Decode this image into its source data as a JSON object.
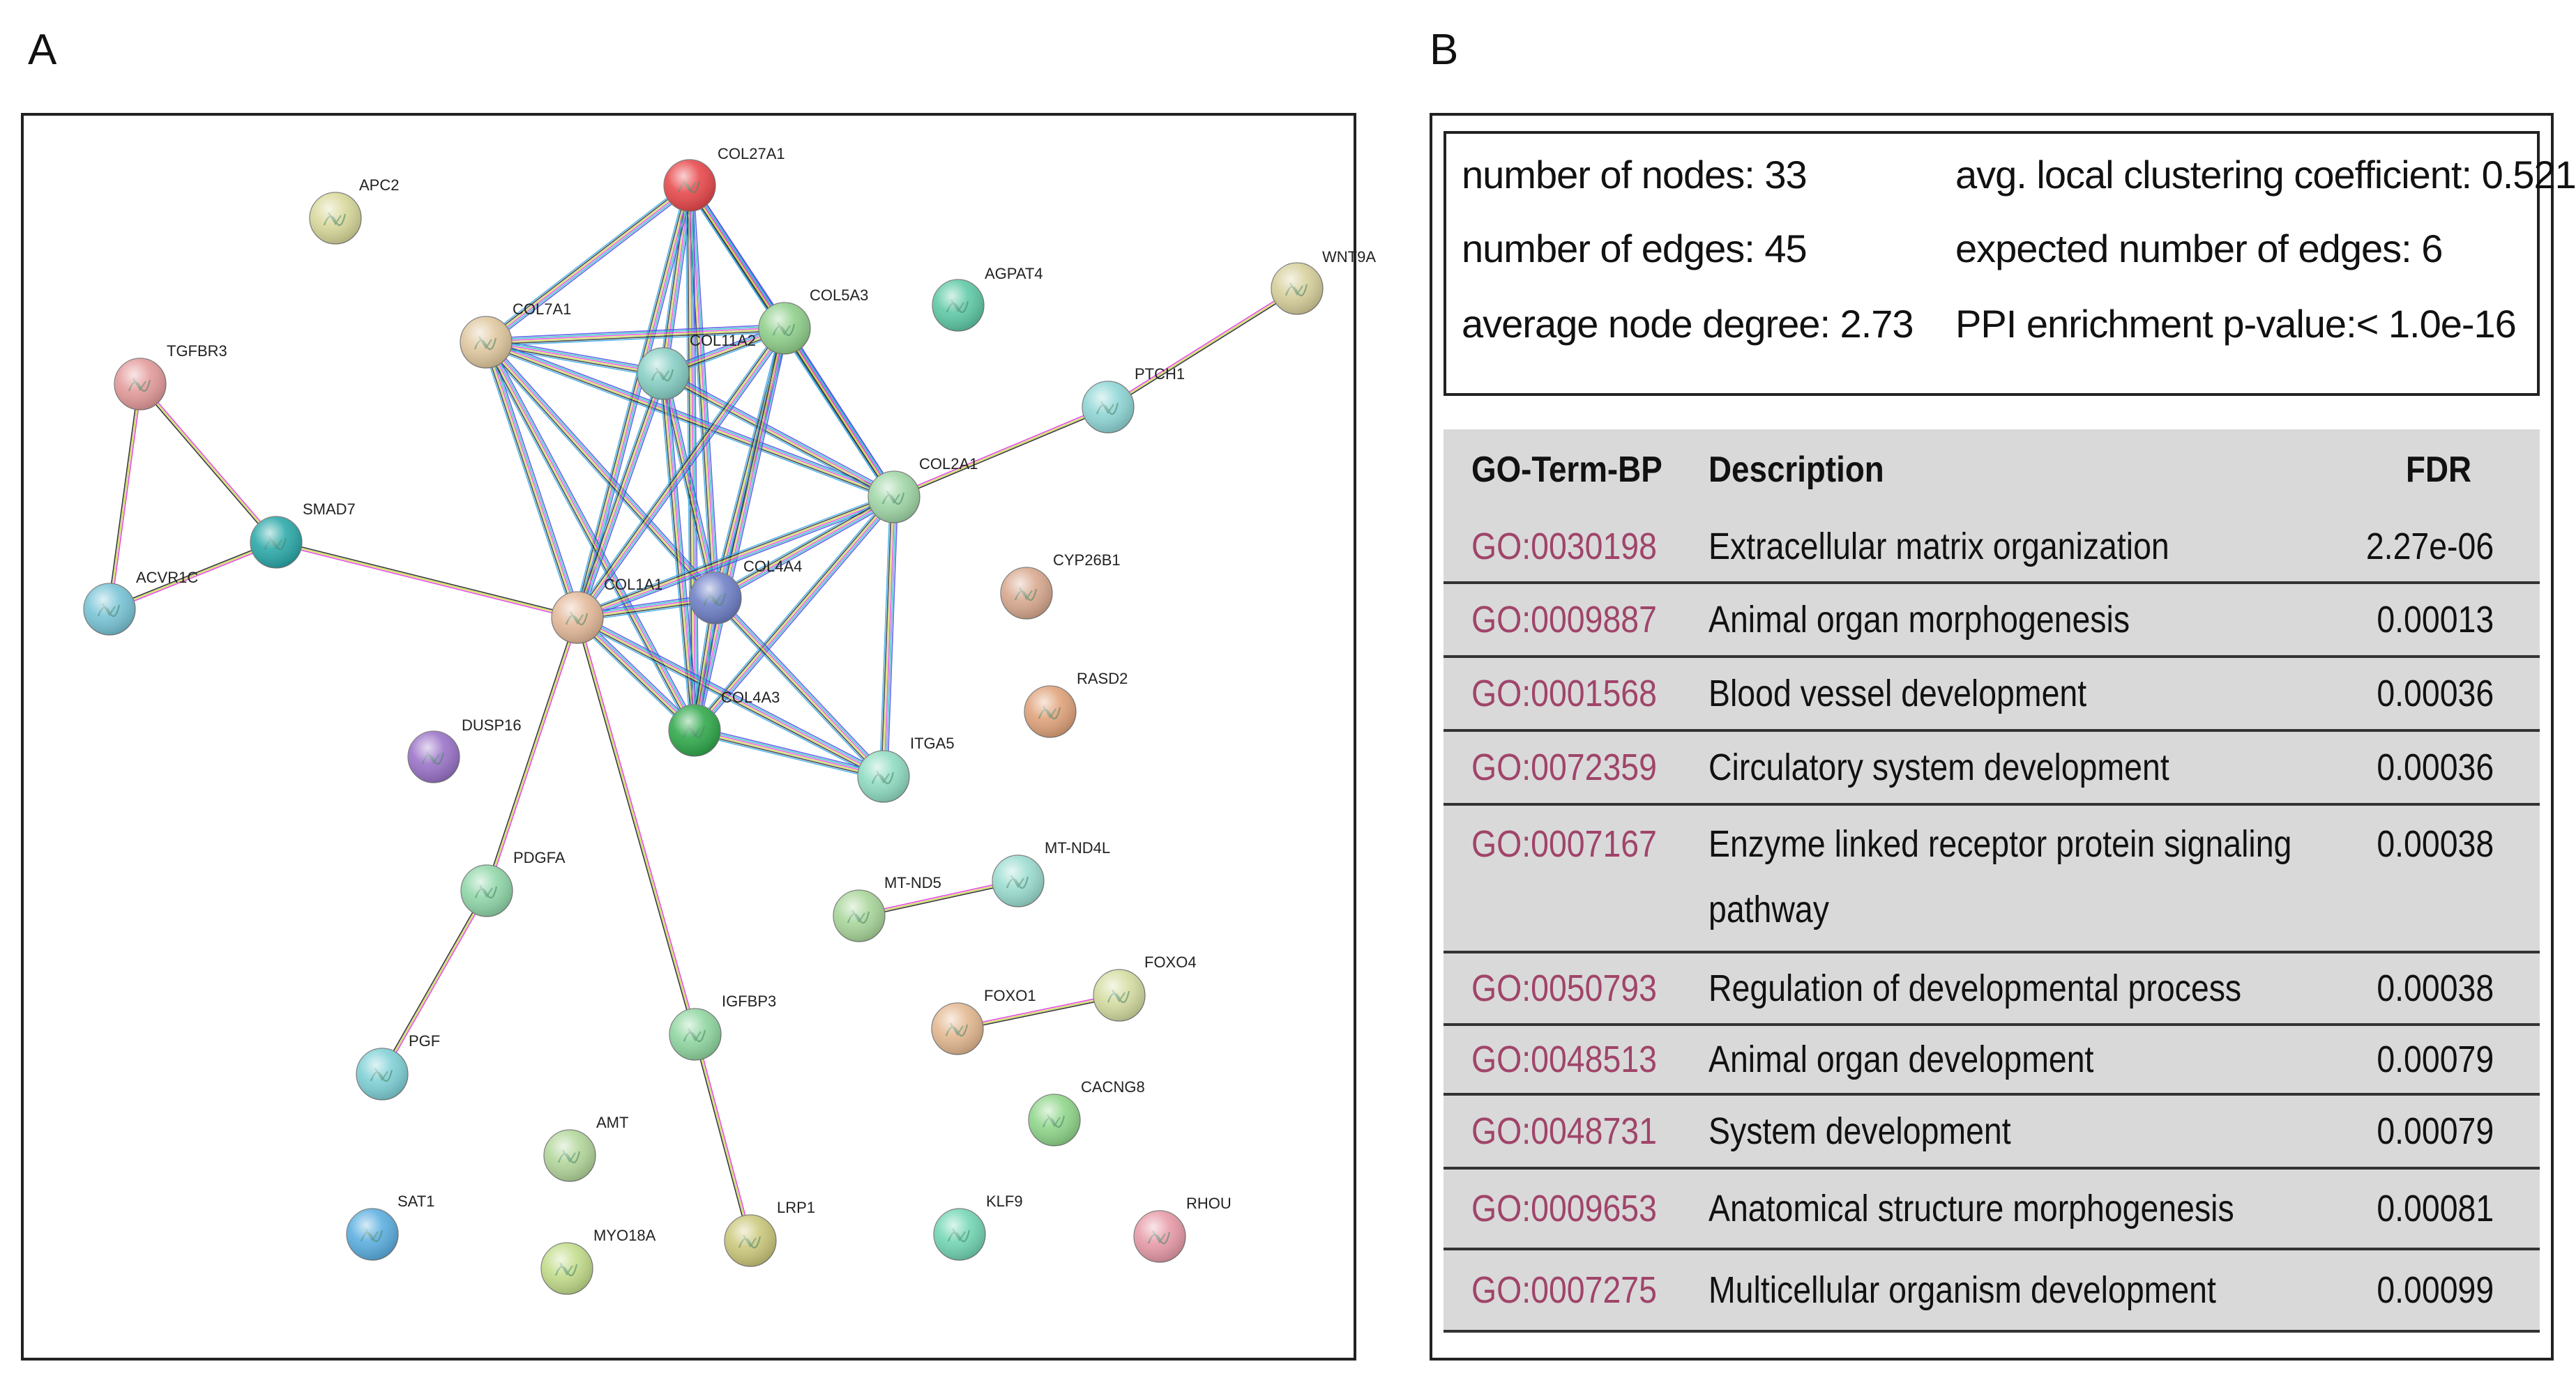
{
  "panel_labels": {
    "a": "A",
    "b": "B"
  },
  "network": {
    "nodes": [
      {
        "id": "COL27A1",
        "label": "COL27A1",
        "color": "#e8474a"
      },
      {
        "id": "APC2",
        "label": "APC2",
        "color": "#d8d89a"
      },
      {
        "id": "AGPAT4",
        "label": "AGPAT4",
        "color": "#5ec9a6"
      },
      {
        "id": "WNT9A",
        "label": "WNT9A",
        "color": "#d6cf9a"
      },
      {
        "id": "COL5A3",
        "label": "COL5A3",
        "color": "#8fcf8a"
      },
      {
        "id": "COL7A1",
        "label": "COL7A1",
        "color": "#e0c79e"
      },
      {
        "id": "COL11A2",
        "label": "COL11A2",
        "color": "#86cfc4"
      },
      {
        "id": "TGFBR3",
        "label": "TGFBR3",
        "color": "#e49a9a"
      },
      {
        "id": "PTCH1",
        "label": "PTCH1",
        "color": "#8fd6d6"
      },
      {
        "id": "COL2A1",
        "label": "COL2A1",
        "color": "#9fd6a6"
      },
      {
        "id": "SMAD7",
        "label": "SMAD7",
        "color": "#2aa8a8"
      },
      {
        "id": "ACVR1C",
        "label": "ACVR1C",
        "color": "#78c4d6"
      },
      {
        "id": "CYP26B1",
        "label": "CYP26B1",
        "color": "#d8a88e"
      },
      {
        "id": "COL1A1",
        "label": "COL1A1",
        "color": "#e3b898"
      },
      {
        "id": "COL4A4",
        "label": "COL4A4",
        "color": "#6d7fc6"
      },
      {
        "id": "RASD2",
        "label": "RASD2",
        "color": "#e0a27a"
      },
      {
        "id": "DUSP16",
        "label": "DUSP16",
        "color": "#9a72c8"
      },
      {
        "id": "COL4A3",
        "label": "COL4A3",
        "color": "#2fa84a"
      },
      {
        "id": "ITGA5",
        "label": "ITGA5",
        "color": "#8fdcc2"
      },
      {
        "id": "PDGFA",
        "label": "PDGFA",
        "color": "#8fd6a8"
      },
      {
        "id": "MT-ND5",
        "label": "MT-ND5",
        "color": "#a8d69a"
      },
      {
        "id": "MT-ND4L",
        "label": "MT-ND4L",
        "color": "#9adcd0"
      },
      {
        "id": "FOXO4",
        "label": "FOXO4",
        "color": "#d4dca0"
      },
      {
        "id": "FOXO1",
        "label": "FOXO1",
        "color": "#e3b890"
      },
      {
        "id": "IGFBP3",
        "label": "IGFBP3",
        "color": "#8fd6a0"
      },
      {
        "id": "PGF",
        "label": "PGF",
        "color": "#7ed0d6"
      },
      {
        "id": "CACNG8",
        "label": "CACNG8",
        "color": "#8fd68a"
      },
      {
        "id": "AMT",
        "label": "AMT",
        "color": "#b2d69a"
      },
      {
        "id": "SAT1",
        "label": "SAT1",
        "color": "#5aaee0"
      },
      {
        "id": "MYO18A",
        "label": "MYO18A",
        "color": "#c2dc8a"
      },
      {
        "id": "LRP1",
        "label": "LRP1",
        "color": "#cbc77a"
      },
      {
        "id": "KLF9",
        "label": "KLF9",
        "color": "#72d6b4"
      },
      {
        "id": "RHOU",
        "label": "RHOU",
        "color": "#e79aa8"
      }
    ],
    "edges": [
      [
        "COL27A1",
        "COL7A1"
      ],
      [
        "COL27A1",
        "COL11A2"
      ],
      [
        "COL27A1",
        "COL5A3"
      ],
      [
        "COL27A1",
        "COL2A1"
      ],
      [
        "COL27A1",
        "COL1A1"
      ],
      [
        "COL27A1",
        "COL4A4"
      ],
      [
        "COL27A1",
        "COL4A3"
      ],
      [
        "COL7A1",
        "COL11A2"
      ],
      [
        "COL7A1",
        "COL5A3"
      ],
      [
        "COL7A1",
        "COL2A1"
      ],
      [
        "COL7A1",
        "COL1A1"
      ],
      [
        "COL7A1",
        "COL4A4"
      ],
      [
        "COL7A1",
        "COL4A3"
      ],
      [
        "COL11A2",
        "COL5A3"
      ],
      [
        "COL11A2",
        "COL2A1"
      ],
      [
        "COL11A2",
        "COL1A1"
      ],
      [
        "COL11A2",
        "COL4A4"
      ],
      [
        "COL11A2",
        "COL4A3"
      ],
      [
        "COL5A3",
        "COL2A1"
      ],
      [
        "COL5A3",
        "COL1A1"
      ],
      [
        "COL5A3",
        "COL4A4"
      ],
      [
        "COL5A3",
        "COL4A3"
      ],
      [
        "COL2A1",
        "COL1A1"
      ],
      [
        "COL2A1",
        "COL4A4"
      ],
      [
        "COL2A1",
        "COL4A3"
      ],
      [
        "COL2A1",
        "ITGA5"
      ],
      [
        "COL2A1",
        "PTCH1"
      ],
      [
        "COL1A1",
        "COL4A4"
      ],
      [
        "COL1A1",
        "COL4A3"
      ],
      [
        "COL1A1",
        "ITGA5"
      ],
      [
        "COL1A1",
        "SMAD7"
      ],
      [
        "COL1A1",
        "PDGFA"
      ],
      [
        "COL1A1",
        "IGFBP3"
      ],
      [
        "COL4A4",
        "COL4A3"
      ],
      [
        "COL4A4",
        "ITGA5"
      ],
      [
        "COL4A3",
        "ITGA5"
      ],
      [
        "PTCH1",
        "WNT9A"
      ],
      [
        "TGFBR3",
        "SMAD7"
      ],
      [
        "TGFBR3",
        "ACVR1C"
      ],
      [
        "SMAD7",
        "ACVR1C"
      ],
      [
        "PDGFA",
        "PGF"
      ],
      [
        "IGFBP3",
        "LRP1"
      ],
      [
        "MT-ND5",
        "MT-ND4L"
      ],
      [
        "FOXO1",
        "FOXO4"
      ]
    ]
  },
  "stats": {
    "nodes": "number of nodes: 33",
    "edges": "number of edges: 45",
    "degree": "average node degree: 2.73",
    "clustering": "avg. local clustering coefficient: 0.521",
    "expected": "expected number of edges: 6",
    "ppi": "PPI enrichment p-value:< 1.0e-16"
  },
  "go_table": {
    "headers": {
      "term": "GO-Term-BP",
      "description": "Description",
      "fdr": "FDR"
    },
    "rows": [
      {
        "id": "GO:0030198",
        "description": "Extracellular matrix organization",
        "description2": "",
        "fdr": "2.27e-06"
      },
      {
        "id": "GO:0009887",
        "description": "Animal organ morphogenesis",
        "description2": "",
        "fdr": "0.00013"
      },
      {
        "id": "GO:0001568",
        "description": "Blood vessel development",
        "description2": "",
        "fdr": "0.00036"
      },
      {
        "id": "GO:0072359",
        "description": "Circulatory system development",
        "description2": "",
        "fdr": "0.00036"
      },
      {
        "id": "GO:0007167",
        "description": "Enzyme linked receptor protein signaling",
        "description2": "pathway",
        "fdr": "0.00038"
      },
      {
        "id": "GO:0050793",
        "description": "Regulation of developmental process",
        "description2": "",
        "fdr": "0.00038"
      },
      {
        "id": "GO:0048513",
        "description": "Animal organ development",
        "description2": "",
        "fdr": "0.00079"
      },
      {
        "id": "GO:0048731",
        "description": "System development",
        "description2": "",
        "fdr": "0.00079"
      },
      {
        "id": "GO:0009653",
        "description": "Anatomical structure morphogenesis",
        "description2": "",
        "fdr": "0.00081"
      },
      {
        "id": "GO:0007275",
        "description": "Multicellular organism development",
        "description2": "",
        "fdr": "0.00099"
      }
    ]
  }
}
